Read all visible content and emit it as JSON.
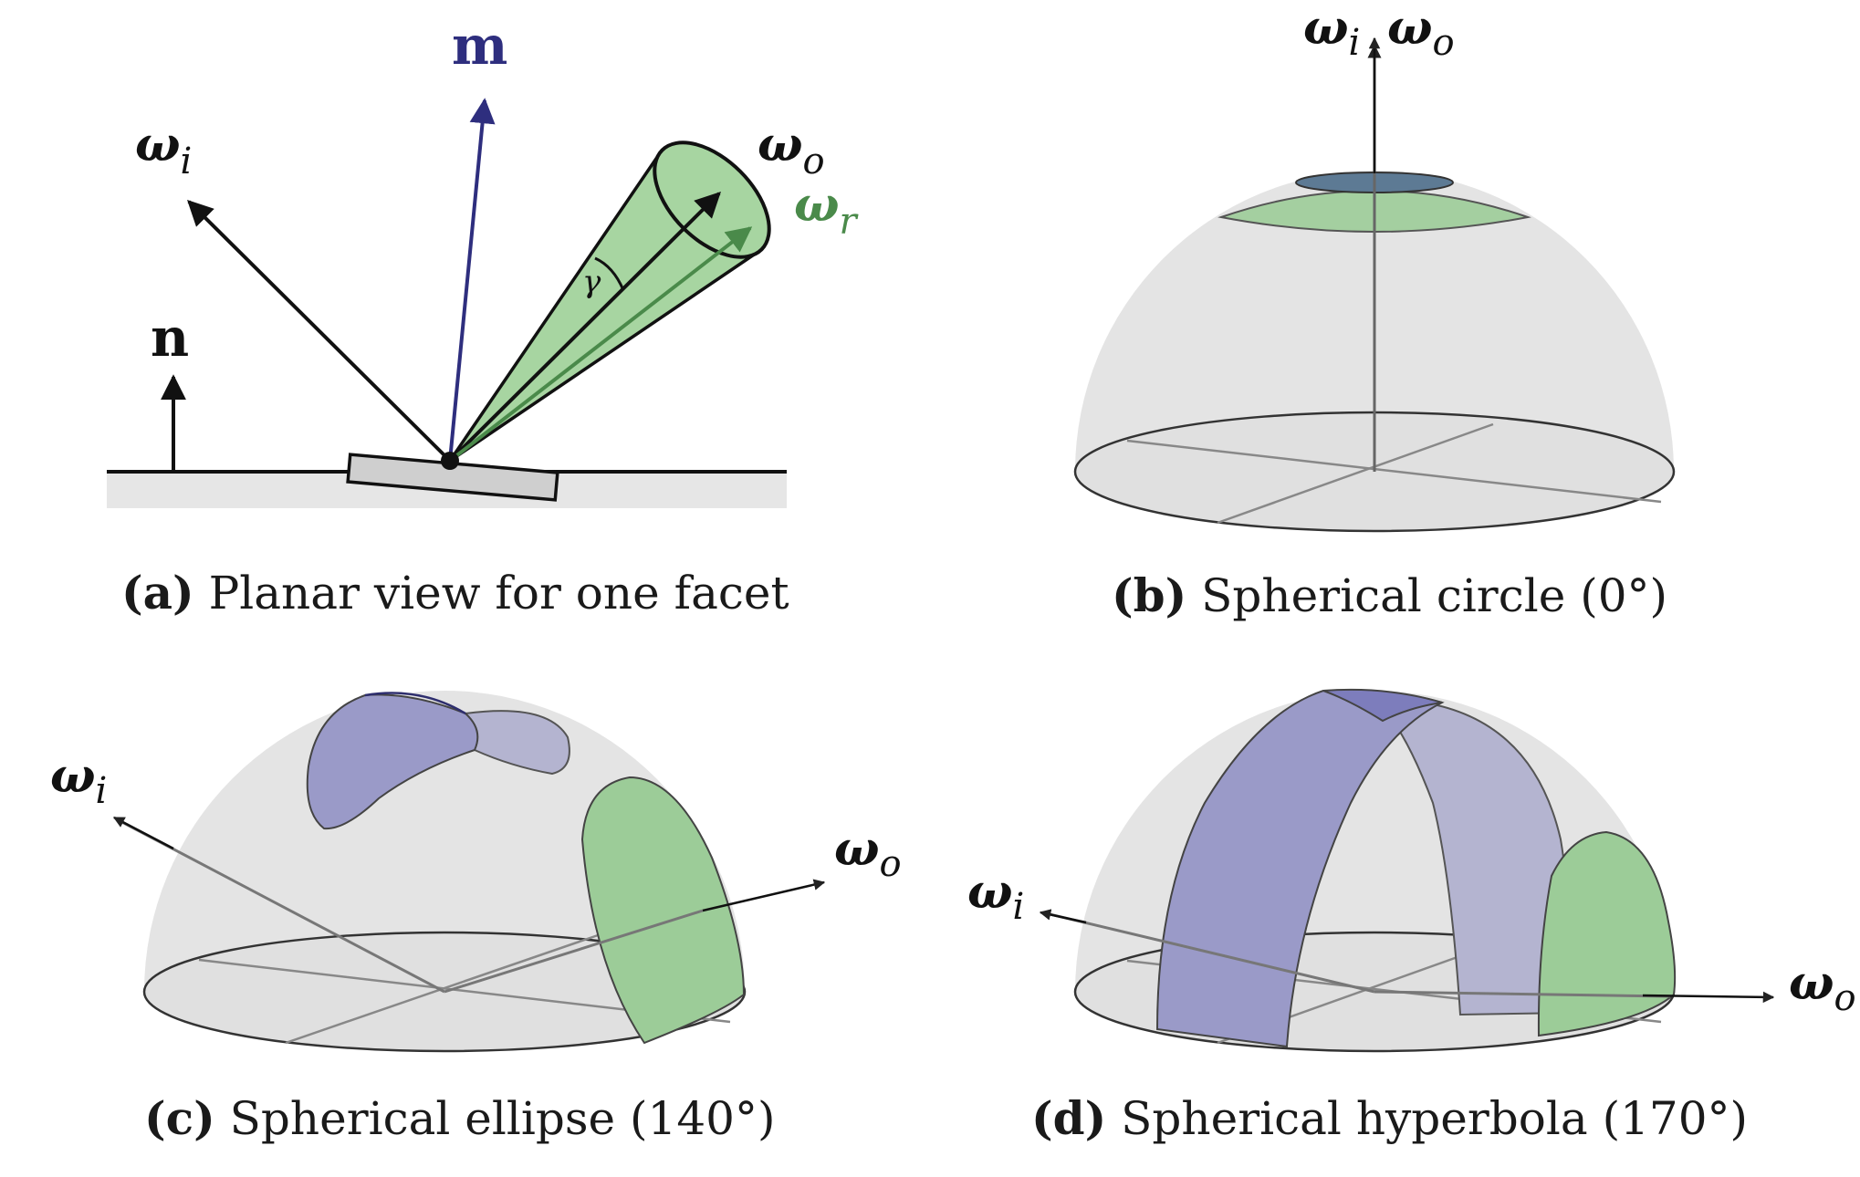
{
  "panels": {
    "a": {
      "caption_label": "(a)",
      "caption_text": " Planar view for one facet",
      "labels": {
        "wi": "ω",
        "wi_sub": "i",
        "m": "m",
        "wo": "ω",
        "wo_sub": "o",
        "wr": "ω",
        "wr_sub": "r",
        "n": "n",
        "gamma": "γ"
      }
    },
    "b": {
      "caption_label": "(b)",
      "caption_text": " Spherical circle (0°)",
      "labels": {
        "wi": "ω",
        "wi_sub": "i",
        "wo": "ω",
        "wo_sub": "o"
      }
    },
    "c": {
      "caption_label": "(c)",
      "caption_text": " Spherical ellipse (140°)",
      "labels": {
        "wi": "ω",
        "wi_sub": "i",
        "wo": "ω",
        "wo_sub": "o"
      }
    },
    "d": {
      "caption_label": "(d)",
      "caption_text": " Spherical hyperbola (170°)",
      "labels": {
        "wi": "ω",
        "wi_sub": "i",
        "wo": "ω",
        "wo_sub": "o"
      }
    }
  },
  "colors": {
    "blue_vector": "#2e2e7e",
    "green_vector": "#4a8a4a",
    "green_fill": "#9ccc98",
    "blue_fill": "#9a9ac8",
    "dome_fill": "#e4e4e4",
    "ground_fill": "#e8e8e8"
  }
}
